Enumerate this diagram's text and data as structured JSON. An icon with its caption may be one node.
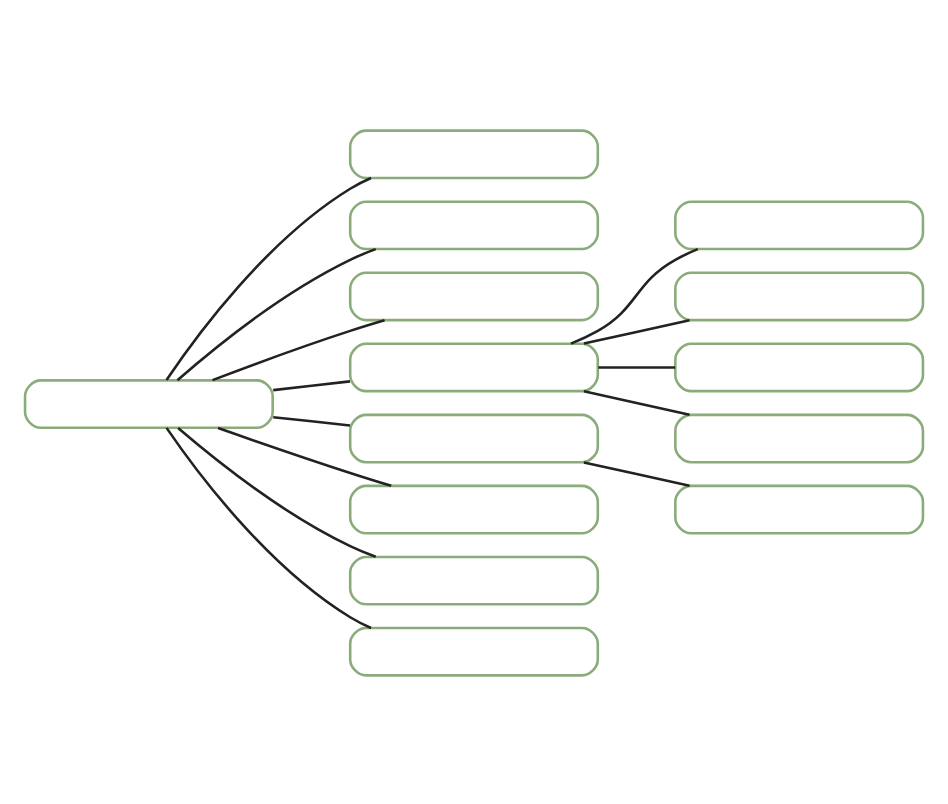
{
  "diagram": {
    "nodes": [
      {
        "text": [],
        "shape": "box"
      },
      {
        "text": [],
        "shape": "box"
      },
      {
        "text": [],
        "shape": "box"
      },
      {
        "text": [],
        "shape": "box"
      },
      {
        "text": [],
        "shape": "box"
      },
      {
        "text": [],
        "shape": "box"
      },
      {
        "text": [],
        "shape": "box"
      },
      {
        "text": [],
        "shape": "box"
      },
      {
        "text": [],
        "shape": "box"
      },
      {
        "text": [],
        "shape": "box"
      },
      {
        "text": [],
        "shape": "box"
      },
      {
        "text": [],
        "shape": "box"
      },
      {
        "text": [],
        "shape": "box"
      },
      {
        "text": [],
        "shape": "box"
      }
    ],
    "edges": [
      {
        "from": 0,
        "to": 1,
        "arrow": "none"
      },
      {
        "from": 0,
        "to": 2,
        "arrow": "none"
      },
      {
        "from": 0,
        "to": 4,
        "arrow": "none"
      },
      {
        "from": 0,
        "to": 6,
        "arrow": "none"
      },
      {
        "from": 0,
        "to": 9,
        "arrow": "none"
      },
      {
        "from": 0,
        "to": 11,
        "arrow": "none"
      },
      {
        "from": 0,
        "to": 12,
        "arrow": "none"
      },
      {
        "from": 0,
        "to": 13,
        "arrow": "none"
      },
      {
        "from": 6,
        "to": 3,
        "arrow": "none"
      },
      {
        "from": 6,
        "to": 5,
        "arrow": "none"
      },
      {
        "from": 6,
        "to": 7,
        "arrow": "none"
      },
      {
        "from": 6,
        "to": 8,
        "arrow": "none"
      },
      {
        "from": 9,
        "to": 10,
        "arrow": "none"
      }
    ]
  }
}
